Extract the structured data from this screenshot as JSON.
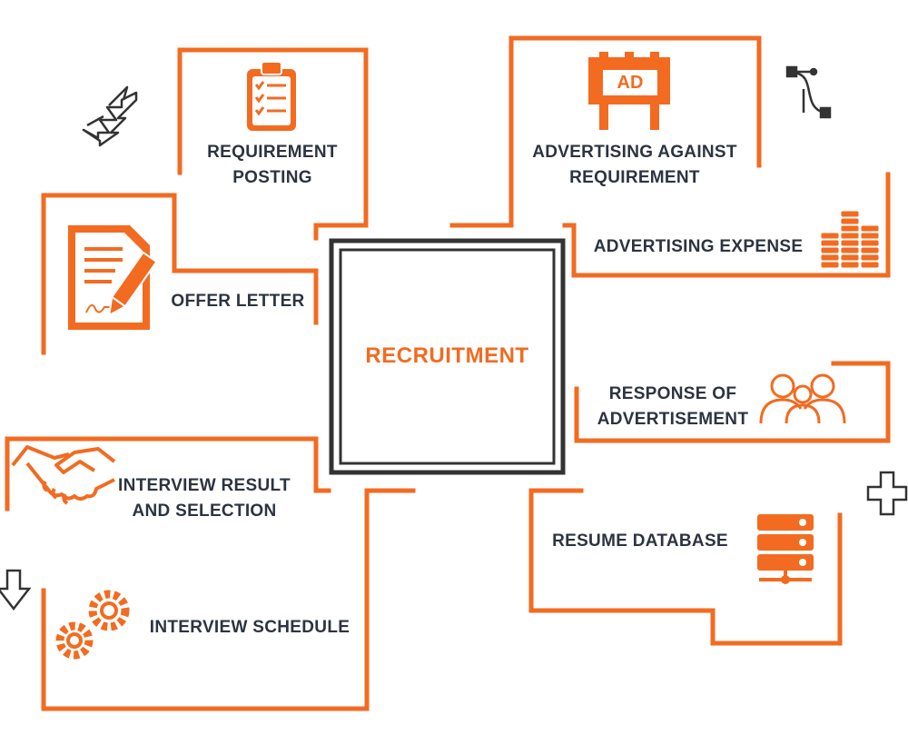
{
  "center": {
    "title": "RECRUITMENT"
  },
  "nodes": {
    "requirement_posting": {
      "lines": [
        "REQUIREMENT",
        "POSTING"
      ]
    },
    "advertising_against_requirement": {
      "lines": [
        "ADVERTISING AGAINST",
        "REQUIREMENT"
      ]
    },
    "advertising_expense": {
      "lines": [
        "ADVERTISING EXPENSE"
      ]
    },
    "offer_letter": {
      "lines": [
        "OFFER LETTER"
      ]
    },
    "response_of_advertisement": {
      "lines": [
        "RESPONSE OF",
        "ADVERTISEMENT"
      ]
    },
    "interview_result": {
      "lines": [
        "INTERVIEW RESULT",
        "AND SELECTION"
      ]
    },
    "resume_database": {
      "lines": [
        "RESUME DATABASE"
      ]
    },
    "interview_schedule": {
      "lines": [
        "INTERVIEW SCHEDULE"
      ]
    }
  },
  "billboard": {
    "text": "AD"
  },
  "colors": {
    "accent": "#f26b21",
    "text": "#2c3440",
    "frame": "#333333"
  },
  "icons": {
    "requirement_posting": "clipboard-checklist-icon",
    "advertising_against_requirement": "billboard-icon",
    "advertising_expense": "coin-stacks-icon",
    "offer_letter": "document-pen-icon",
    "response_of_advertisement": "people-group-icon",
    "interview_result": "handshake-icon",
    "resume_database": "server-database-icon",
    "interview_schedule": "gears-icon",
    "decor": [
      "double-arrow-icon",
      "bezier-curve-icon",
      "plus-outline-icon",
      "down-arrow-icon"
    ]
  }
}
